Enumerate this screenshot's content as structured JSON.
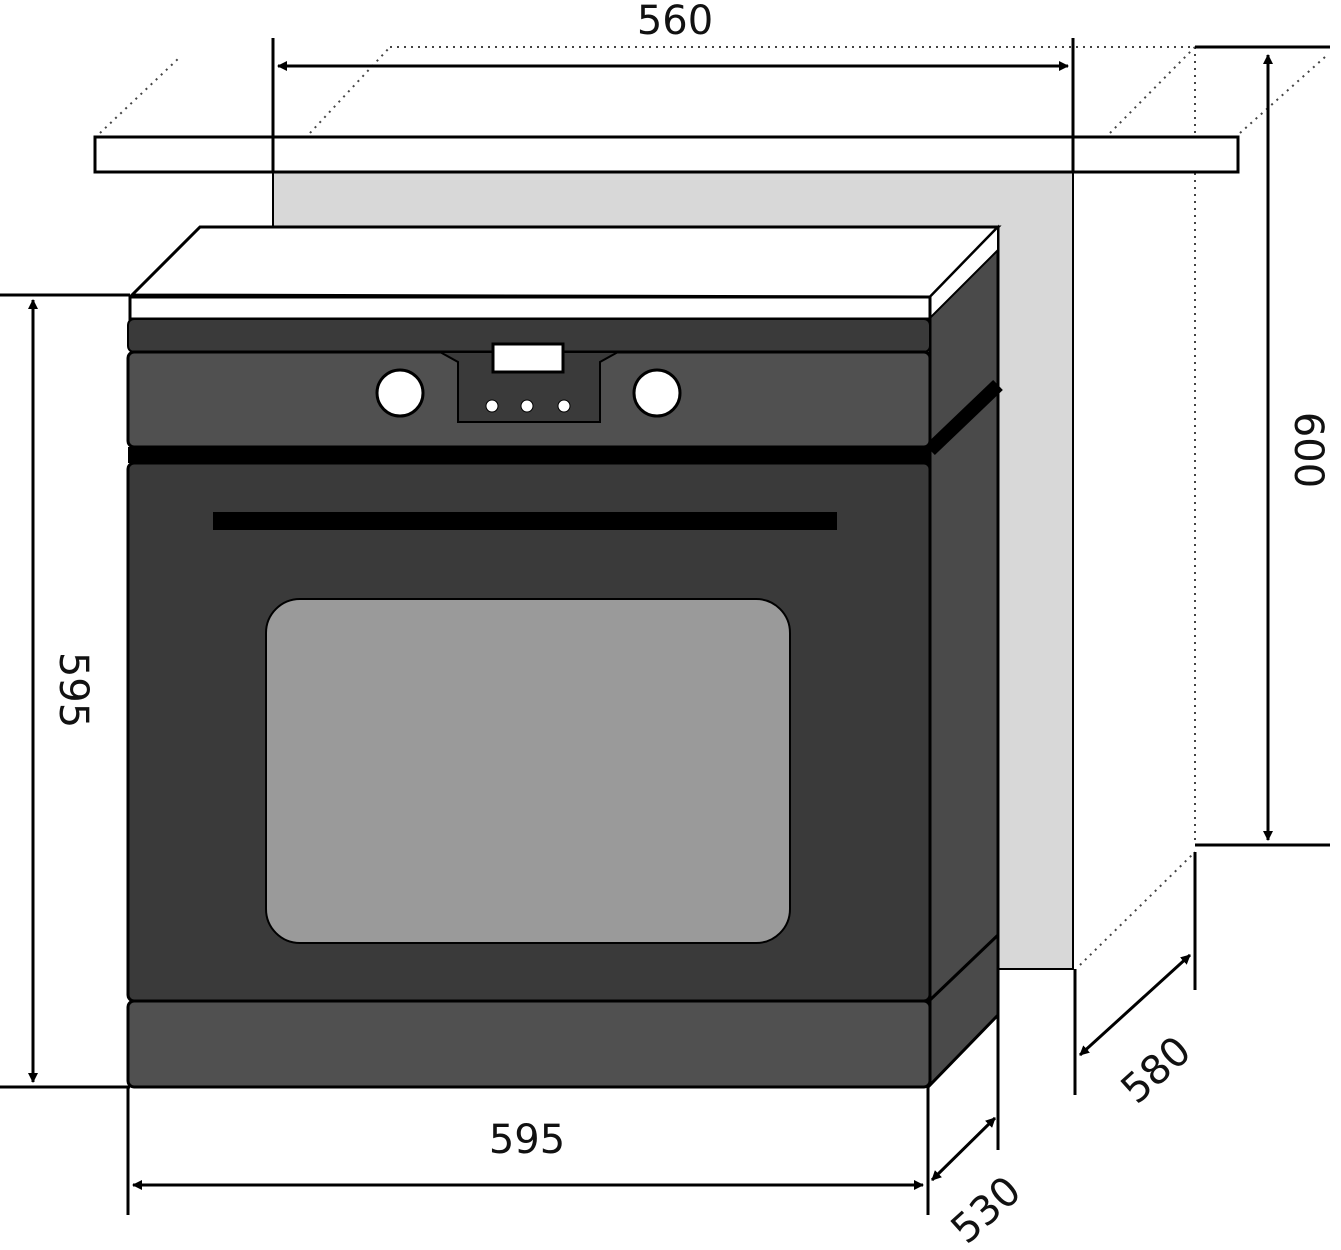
{
  "dimensions": {
    "niche_width": "560",
    "niche_height": "600",
    "niche_depth": "580",
    "oven_height": "595",
    "oven_width": "595",
    "oven_depth": "530"
  },
  "colors": {
    "niche_back": "#d8d8d8",
    "oven_body": "#3a3a3a",
    "oven_panel": "#505050",
    "oven_window": "#9a9a9a",
    "line": "#000000"
  }
}
